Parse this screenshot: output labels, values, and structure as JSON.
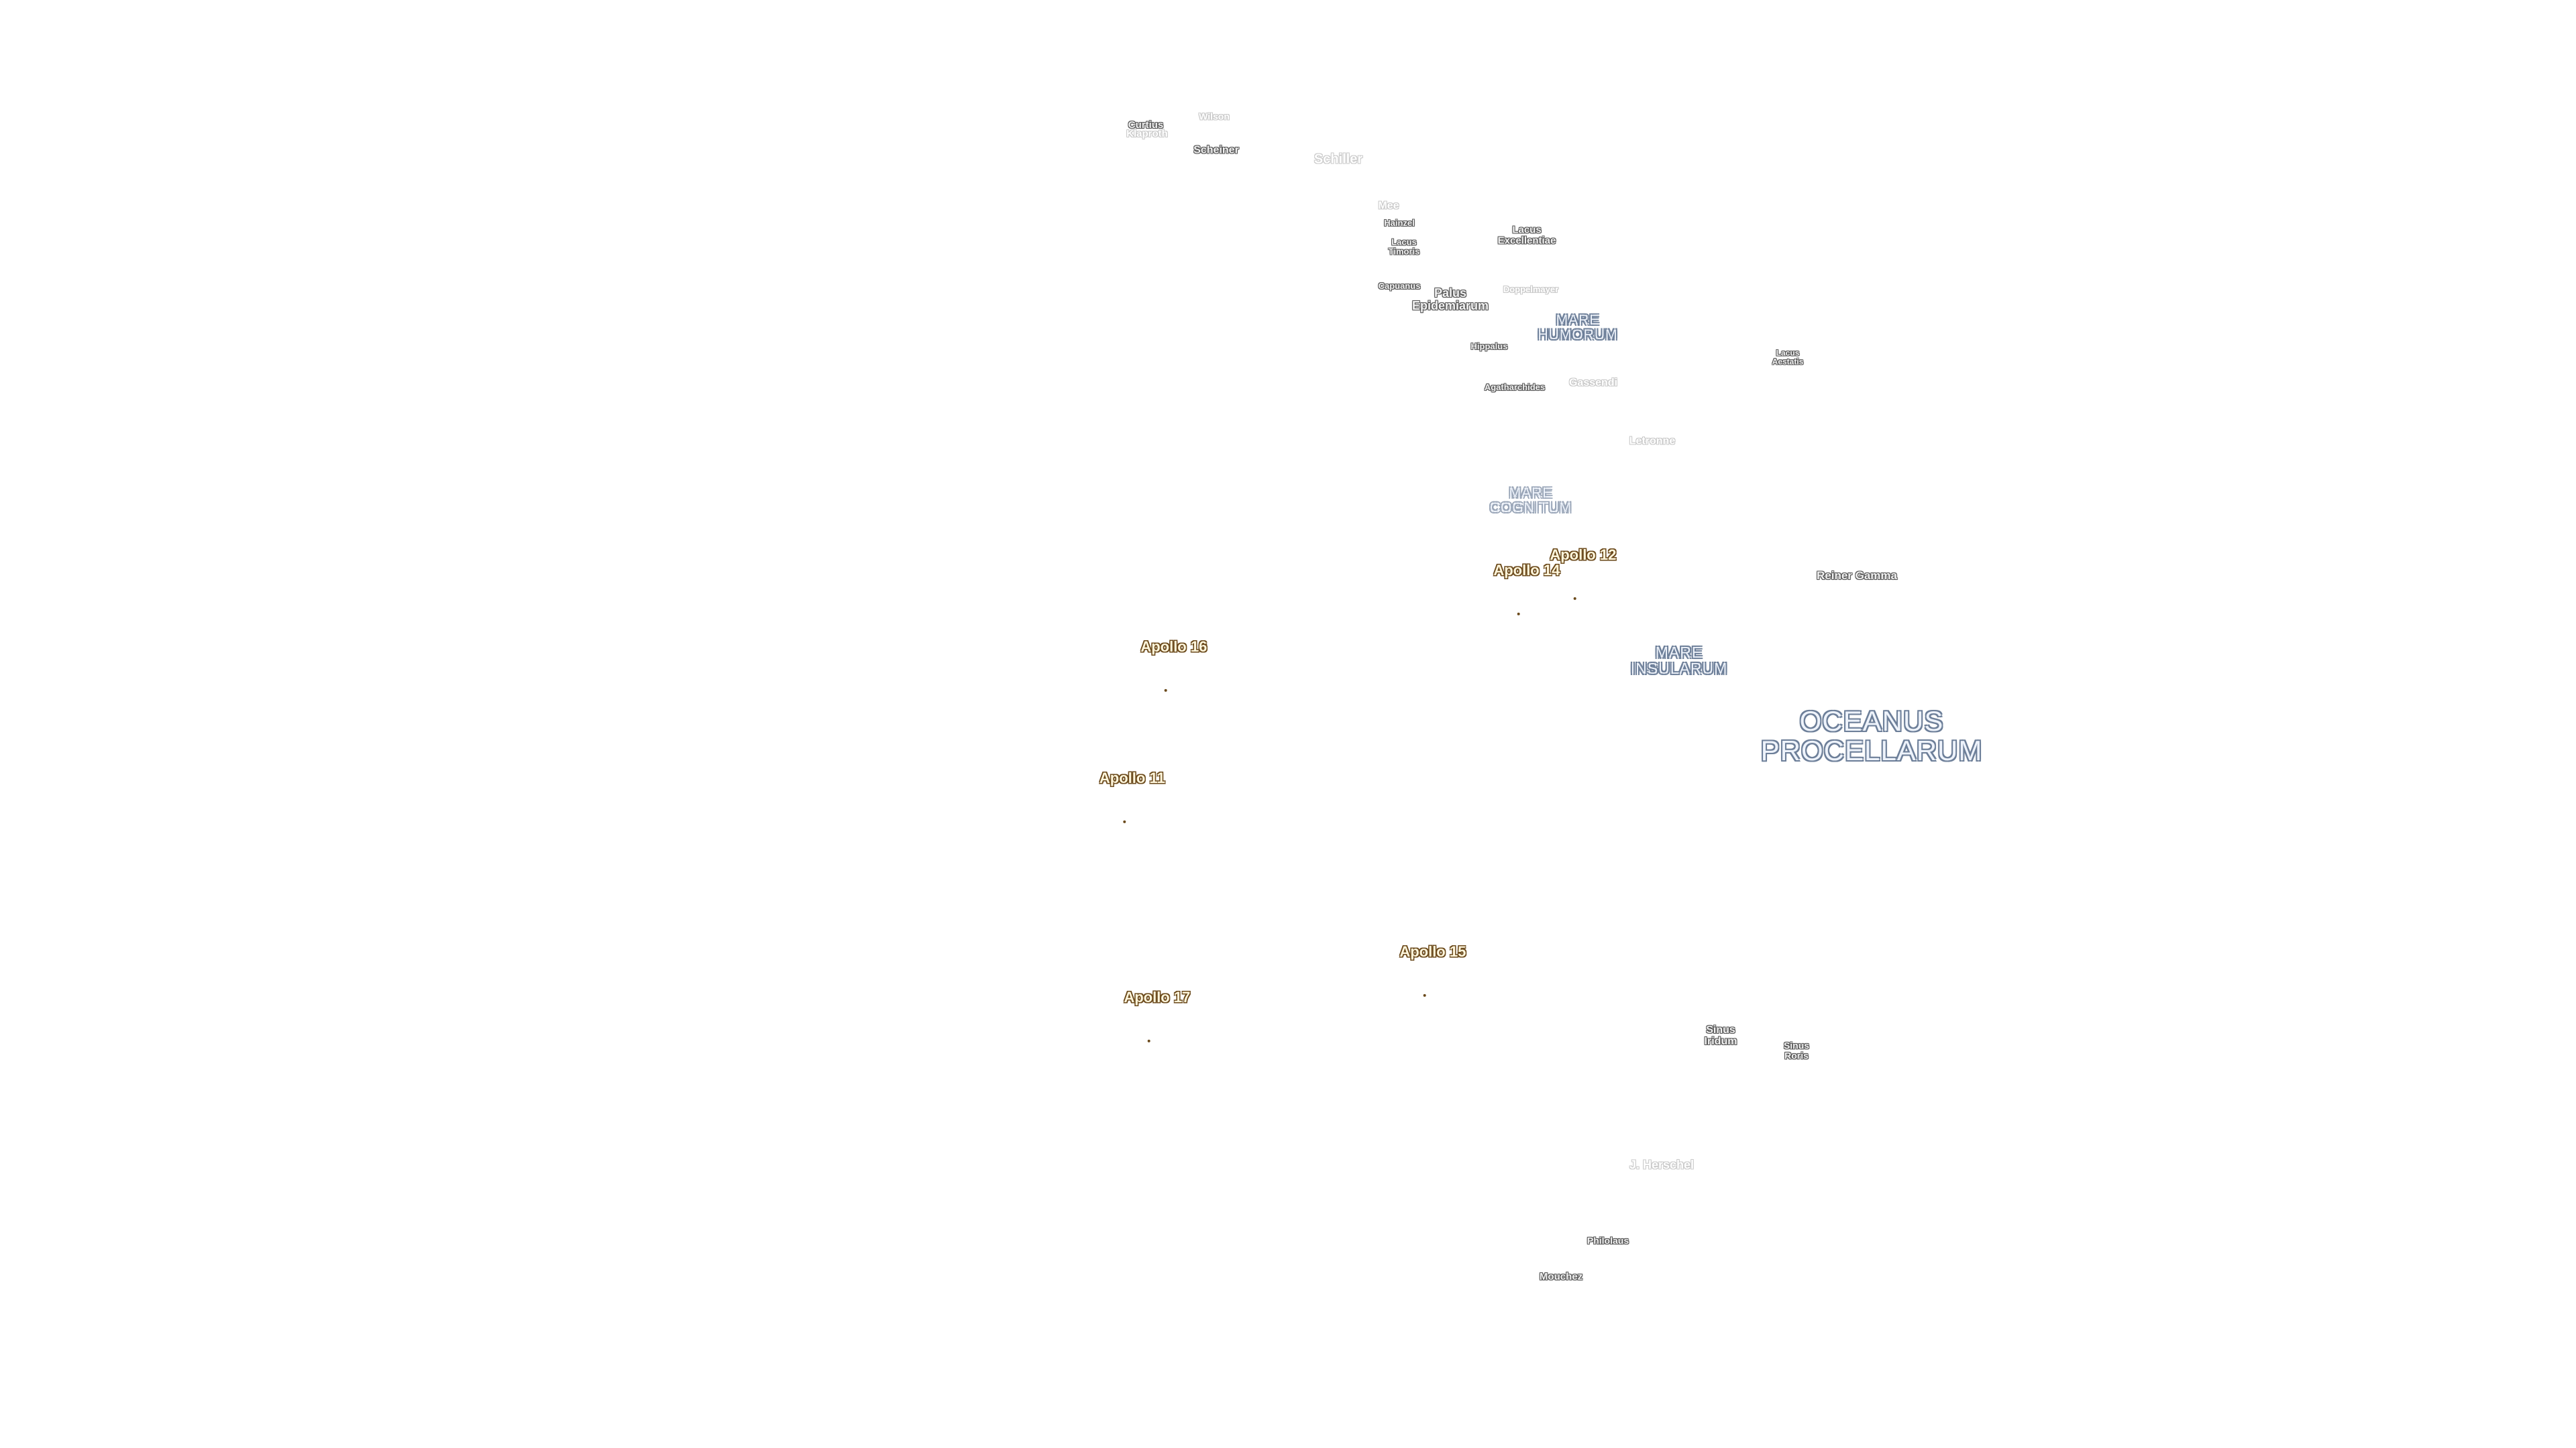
{
  "map": {
    "labels": {
      "curtius": "Curtius",
      "klaproth": "Klaproth",
      "wilson": "Wilson",
      "scheiner": "Scheiner",
      "schiller": "Schiller",
      "mee": "Mee",
      "hainzel": "Hainzel",
      "lacus_timoris": "Lacus\nTimoris",
      "lacus_excellentiae": "Lacus\nExcellentiae",
      "capuanus": "Capuanus",
      "palus_epidemiarum": "Palus\nEpidemiarum",
      "doppelmayer": "Doppelmayer",
      "mare_humorum": "MARE\nHUMORUM",
      "hippalus": "Hippalus",
      "lacus_aestatis": "Lacus\nAestatis",
      "agatharchides": "Agatharchides",
      "gassendi": "Gassendi",
      "letronne": "Letronne",
      "mare_cognitum": "MARE\nCOGNITUM",
      "apollo_12": "Apollo 12",
      "apollo_14": "Apollo 14",
      "reiner_gamma": "Reiner Gamma",
      "apollo_16": "Apollo 16",
      "mare_insularum": "MARE\nINSULARUM",
      "oceanus_procellarum": "OCEANUS\nPROCELLARUM",
      "apollo_11": "Apollo 11",
      "apollo_15": "Apollo 15",
      "apollo_17": "Apollo 17",
      "sinus_iridum": "Sinus\nIridum",
      "sinus_roris": "Sinus\nRoris",
      "j_herschel": "J. Herschel",
      "philolaus": "Philolaus",
      "mouchez": "Mouchez"
    },
    "colors": {
      "background": "#ffffff",
      "crater_outline": "#555555",
      "mare_outline": "#6d7f99",
      "apollo_outline": "#6b4a1c"
    }
  }
}
